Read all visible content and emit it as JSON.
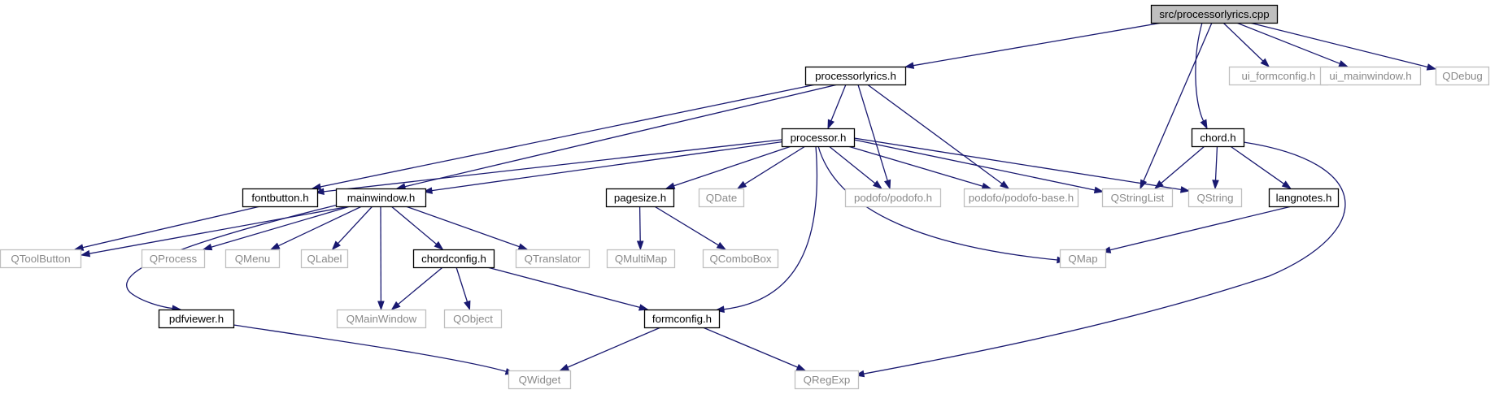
{
  "diagram": {
    "type": "include-dependency-graph",
    "colors": {
      "edge": "#191970",
      "local_border": "#000000",
      "external_border": "#bfbfbf",
      "root_fill": "#bfbfbf",
      "external_text": "#8a8a8a"
    },
    "nodes": [
      {
        "id": "root",
        "label": "src/processorlyrics.cpp",
        "kind": "root"
      },
      {
        "id": "processorlyrics_h",
        "label": "processorlyrics.h",
        "kind": "local"
      },
      {
        "id": "ui_formconfig_h",
        "label": "ui_formconfig.h",
        "kind": "external"
      },
      {
        "id": "ui_mainwindow_h",
        "label": "ui_mainwindow.h",
        "kind": "external"
      },
      {
        "id": "QDebug",
        "label": "QDebug",
        "kind": "external"
      },
      {
        "id": "chord_h",
        "label": "chord.h",
        "kind": "local"
      },
      {
        "id": "processor_h",
        "label": "processor.h",
        "kind": "local"
      },
      {
        "id": "fontbutton_h",
        "label": "fontbutton.h",
        "kind": "local"
      },
      {
        "id": "mainwindow_h",
        "label": "mainwindow.h",
        "kind": "local"
      },
      {
        "id": "pagesize_h",
        "label": "pagesize.h",
        "kind": "local"
      },
      {
        "id": "QDate",
        "label": "QDate",
        "kind": "external"
      },
      {
        "id": "podofo_h",
        "label": "podofo/podofo.h",
        "kind": "external"
      },
      {
        "id": "podofo_base_h",
        "label": "podofo/podofo-base.h",
        "kind": "external"
      },
      {
        "id": "QStringList",
        "label": "QStringList",
        "kind": "external"
      },
      {
        "id": "QString",
        "label": "QString",
        "kind": "external"
      },
      {
        "id": "langnotes_h",
        "label": "langnotes.h",
        "kind": "local"
      },
      {
        "id": "QToolButton",
        "label": "QToolButton",
        "kind": "external"
      },
      {
        "id": "QProcess",
        "label": "QProcess",
        "kind": "external"
      },
      {
        "id": "QMenu",
        "label": "QMenu",
        "kind": "external"
      },
      {
        "id": "QLabel",
        "label": "QLabel",
        "kind": "external"
      },
      {
        "id": "chordconfig_h",
        "label": "chordconfig.h",
        "kind": "local"
      },
      {
        "id": "QTranslator",
        "label": "QTranslator",
        "kind": "external"
      },
      {
        "id": "QMultiMap",
        "label": "QMultiMap",
        "kind": "external"
      },
      {
        "id": "QComboBox",
        "label": "QComboBox",
        "kind": "external"
      },
      {
        "id": "QMap",
        "label": "QMap",
        "kind": "external"
      },
      {
        "id": "pdfviewer_h",
        "label": "pdfviewer.h",
        "kind": "local"
      },
      {
        "id": "QMainWindow",
        "label": "QMainWindow",
        "kind": "external"
      },
      {
        "id": "QObject",
        "label": "QObject",
        "kind": "external"
      },
      {
        "id": "formconfig_h",
        "label": "formconfig.h",
        "kind": "local"
      },
      {
        "id": "QWidget",
        "label": "QWidget",
        "kind": "external"
      },
      {
        "id": "QRegExp",
        "label": "QRegExp",
        "kind": "external"
      }
    ],
    "edges": [
      {
        "from": "root",
        "to": "processorlyrics_h"
      },
      {
        "from": "root",
        "to": "ui_formconfig_h"
      },
      {
        "from": "root",
        "to": "ui_mainwindow_h"
      },
      {
        "from": "root",
        "to": "QDebug"
      },
      {
        "from": "root",
        "to": "chord_h"
      },
      {
        "from": "root",
        "to": "QStringList"
      },
      {
        "from": "processorlyrics_h",
        "to": "processor_h"
      },
      {
        "from": "processorlyrics_h",
        "to": "fontbutton_h"
      },
      {
        "from": "processorlyrics_h",
        "to": "mainwindow_h"
      },
      {
        "from": "processorlyrics_h",
        "to": "podofo_h"
      },
      {
        "from": "processorlyrics_h",
        "to": "podofo_base_h"
      },
      {
        "from": "processor_h",
        "to": "fontbutton_h"
      },
      {
        "from": "processor_h",
        "to": "mainwindow_h"
      },
      {
        "from": "processor_h",
        "to": "pagesize_h"
      },
      {
        "from": "processor_h",
        "to": "QDate"
      },
      {
        "from": "processor_h",
        "to": "podofo_h"
      },
      {
        "from": "processor_h",
        "to": "podofo_base_h"
      },
      {
        "from": "processor_h",
        "to": "QStringList"
      },
      {
        "from": "processor_h",
        "to": "QString"
      },
      {
        "from": "processor_h",
        "to": "QMap"
      },
      {
        "from": "processor_h",
        "to": "formconfig_h"
      },
      {
        "from": "chord_h",
        "to": "QStringList"
      },
      {
        "from": "chord_h",
        "to": "QString"
      },
      {
        "from": "chord_h",
        "to": "langnotes_h"
      },
      {
        "from": "chord_h",
        "to": "QRegExp"
      },
      {
        "from": "langnotes_h",
        "to": "QMap"
      },
      {
        "from": "fontbutton_h",
        "to": "QToolButton"
      },
      {
        "from": "mainwindow_h",
        "to": "QToolButton"
      },
      {
        "from": "mainwindow_h",
        "to": "QProcess"
      },
      {
        "from": "mainwindow_h",
        "to": "QMenu"
      },
      {
        "from": "mainwindow_h",
        "to": "QLabel"
      },
      {
        "from": "mainwindow_h",
        "to": "chordconfig_h"
      },
      {
        "from": "mainwindow_h",
        "to": "QTranslator"
      },
      {
        "from": "mainwindow_h",
        "to": "pdfviewer_h"
      },
      {
        "from": "mainwindow_h",
        "to": "QMainWindow"
      },
      {
        "from": "pagesize_h",
        "to": "QMultiMap"
      },
      {
        "from": "pagesize_h",
        "to": "QComboBox"
      },
      {
        "from": "chordconfig_h",
        "to": "QMainWindow"
      },
      {
        "from": "chordconfig_h",
        "to": "QObject"
      },
      {
        "from": "chordconfig_h",
        "to": "formconfig_h"
      },
      {
        "from": "pdfviewer_h",
        "to": "QWidget"
      },
      {
        "from": "formconfig_h",
        "to": "QWidget"
      },
      {
        "from": "formconfig_h",
        "to": "QRegExp"
      }
    ]
  }
}
